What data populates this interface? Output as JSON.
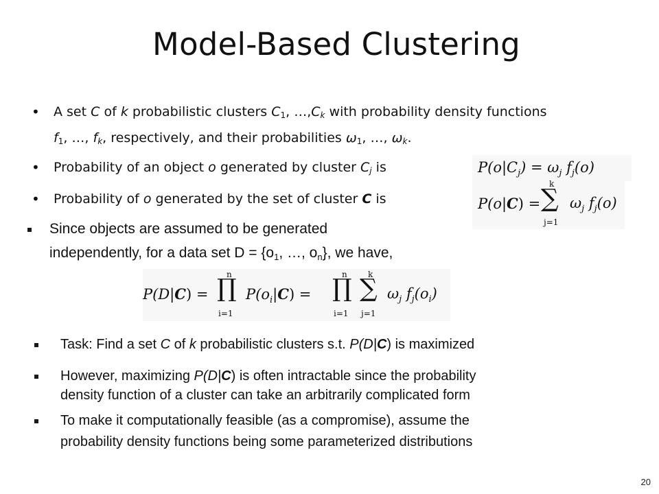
{
  "slide": {
    "title": "Model-Based Clustering",
    "page_number": "20"
  },
  "bullets_top": [
    {
      "line1_a": "A set ",
      "line1_C": "C",
      "line1_b": " of ",
      "line1_k": "k",
      "line1_c": " probabilistic clusters ",
      "line1_C1": "C",
      "line1_sub1": "1",
      "line1_d": ", …,",
      "line1_Ck": "C",
      "line1_subk": "k",
      "line1_e": " with probability density functions",
      "line2_f": "f",
      "line2_sub1": "1",
      "line2_a": ", …, ",
      "line2_fk": "f",
      "line2_subk": "k",
      "line2_b": ", respectively, and their probabilities ",
      "line2_w": "ω",
      "line2_wsub1": "1",
      "line2_c": ", …, ",
      "line2_wk": "ω",
      "line2_wsubk": "k",
      "line2_d": "."
    },
    {
      "a": "Probability of an object ",
      "o": "o",
      "b": " generated by cluster ",
      "C": "C",
      "sub": "j",
      "c": " is"
    },
    {
      "a": "Probability of ",
      "o": "o",
      "b": " generated by the set of cluster ",
      "C": "C",
      "c": " is"
    }
  ],
  "bullet_independent": {
    "line1": "Since objects are assumed to be generated",
    "line2_a": "independently, for a data set D = {o",
    "line2_sub1": "1",
    "line2_b": ", …, o",
    "line2_subn": "n",
    "line2_c": "}, we have,"
  },
  "bullets_bottom": [
    {
      "a": "Task: Find a set ",
      "C": "C",
      "b": " of ",
      "k": "k",
      "c": " probabilistic clusters s.t. ",
      "P": "P(D|",
      "Cb": "C",
      "d": ") is maximized"
    },
    {
      "a": "However, maximizing ",
      "P": "P(D|",
      "Cb": "C",
      "b": ") is often intractable since the probability",
      "line2": "density function of a cluster can take an arbitrarily complicated form"
    },
    {
      "line1": "To make it computationally feasible (as a compromise), assume the",
      "line2": "probability density functions being some parameterized distributions"
    }
  ],
  "formulas": {
    "f1": {
      "lhs": "P(o|C",
      "lhs_sub": "j",
      "rhs": ") = ω",
      "rhs_sub1": "j",
      "rhs_f": " f",
      "rhs_sub2": "j",
      "rhs_end": "(o)"
    },
    "f2": {
      "lhs": "P(o|",
      "lhs_bold": "C",
      "lhs_end": ") =",
      "sum": "∑",
      "sum_top": "k",
      "sum_bottom": "j=1",
      "term": "ω",
      "term_sub1": "j",
      "term_f": " f",
      "term_sub2": "j",
      "term_end": "(o)"
    },
    "f3": {
      "lhs": "P(D|",
      "lhs_bold": "C",
      "lhs_end": ") =",
      "prod": "∏",
      "prod_top": "n",
      "prod_bottom": "i=1",
      "mid": "P(o",
      "mid_sub": "i",
      "mid_bar": "|",
      "mid_bold": "C",
      "mid_end": ") =",
      "prod2": "∏",
      "prod2_top": "n",
      "prod2_bottom": "i=1",
      "sum": "∑",
      "sum_top": "k",
      "sum_bottom": "j=1",
      "term": "ω",
      "term_sub1": "j",
      "term_f": " f",
      "term_sub2": "j",
      "term_end": "(o",
      "term_sub3": "i",
      "term_close": ")"
    }
  }
}
